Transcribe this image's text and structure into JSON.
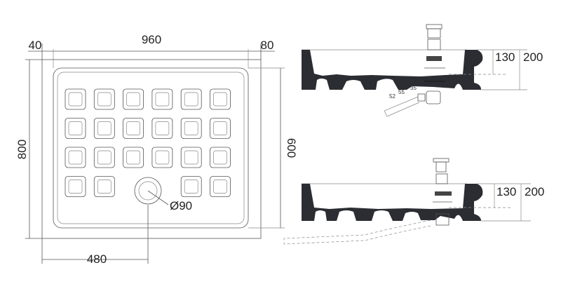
{
  "plan": {
    "width_label": "960",
    "left_offset_label": "40",
    "right_offset_label": "80",
    "depth_label": "800",
    "inner_depth_label": "600",
    "drain_offset_label": "480",
    "drain_diameter_label": "Ø90",
    "grid": {
      "columns": 6,
      "rows": 4,
      "drain_row": 3,
      "drain_columns": [
        2,
        3
      ]
    }
  },
  "section_top": {
    "inner_height_label": "130",
    "total_height_label": "200",
    "waste_dims": [
      "52",
      "55",
      "35"
    ]
  },
  "section_bottom": {
    "inner_height_label": "130",
    "total_height_label": "200"
  },
  "colors": {
    "section_fill": "#2b2d33",
    "line": "#555555"
  }
}
